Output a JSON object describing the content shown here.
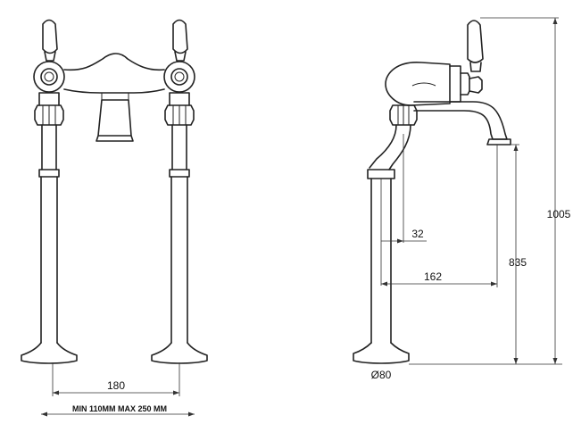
{
  "dimensions": {
    "center_spacing": "180",
    "range_label": "MIN 110MM  MAX 250 MM",
    "total_height": "1005",
    "spout_height": "835",
    "spout_reach": "162",
    "pipe_offset": "32",
    "base_diameter": "Ø80"
  }
}
